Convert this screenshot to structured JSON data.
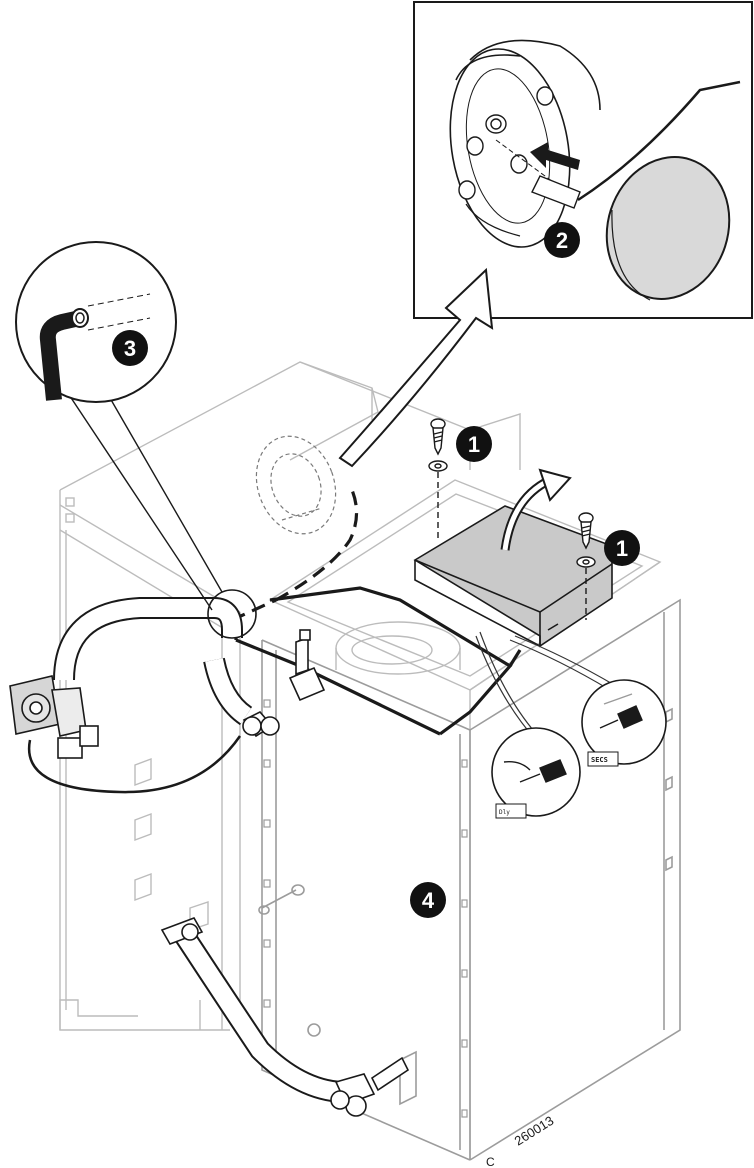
{
  "callouts": {
    "step1a": "1",
    "step1b": "1",
    "step2": "2",
    "step3": "3",
    "step4": "4"
  },
  "connector_labels": {
    "secs": "SECS",
    "left_plug": "Dly"
  },
  "drawing_ref": {
    "code": "260013",
    "letter": "C"
  },
  "colors": {
    "ink": "#1a1a1a",
    "ghost": "#b9b9b9",
    "cover_fill": "#c9c9c9",
    "plate_fill": "#dcdcdc",
    "badge_fill": "#111111",
    "badge_text": "#ffffff"
  },
  "icons": [
    "arrow-icon",
    "screw-icon",
    "washer-icon",
    "plug-icon"
  ]
}
